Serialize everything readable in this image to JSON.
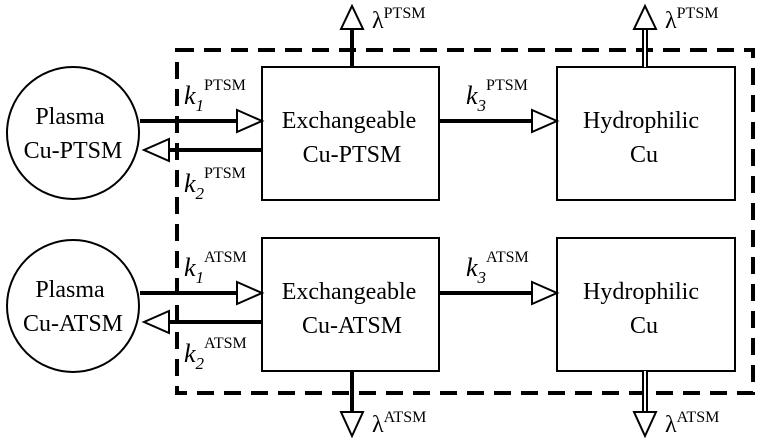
{
  "compartments": {
    "plasma_ptsm": [
      "Plasma",
      "Cu-PTSM"
    ],
    "exchangeable_ptsm": [
      "Exchangeable",
      "Cu-PTSM"
    ],
    "hydrophilic_top": [
      "Hydrophilic",
      "Cu"
    ],
    "plasma_atsm": [
      "Plasma",
      "Cu-ATSM"
    ],
    "exchangeable_atsm": [
      "Exchangeable",
      "Cu-ATSM"
    ],
    "hydrophilic_bottom": [
      "Hydrophilic",
      "Cu"
    ]
  },
  "rate_constants": {
    "k1_ptsm": {
      "main": "k",
      "sub": "1",
      "sup": "PTSM"
    },
    "k2_ptsm": {
      "main": "k",
      "sub": "2",
      "sup": "PTSM"
    },
    "k3_ptsm": {
      "main": "k",
      "sub": "3",
      "sup": "PTSM"
    },
    "k1_atsm": {
      "main": "k",
      "sub": "1",
      "sup": "ATSM"
    },
    "k2_atsm": {
      "main": "k",
      "sub": "2",
      "sup": "ATSM"
    },
    "k3_atsm": {
      "main": "k",
      "sub": "3",
      "sup": "ATSM"
    }
  },
  "decay_constants": {
    "lambda_ptsm_left": {
      "main": "λ",
      "sup": "PTSM"
    },
    "lambda_ptsm_right": {
      "main": "λ",
      "sup": "PTSM"
    },
    "lambda_atsm_left": {
      "main": "λ",
      "sup": "ATSM"
    },
    "lambda_atsm_right": {
      "main": "λ",
      "sup": "ATSM"
    }
  }
}
